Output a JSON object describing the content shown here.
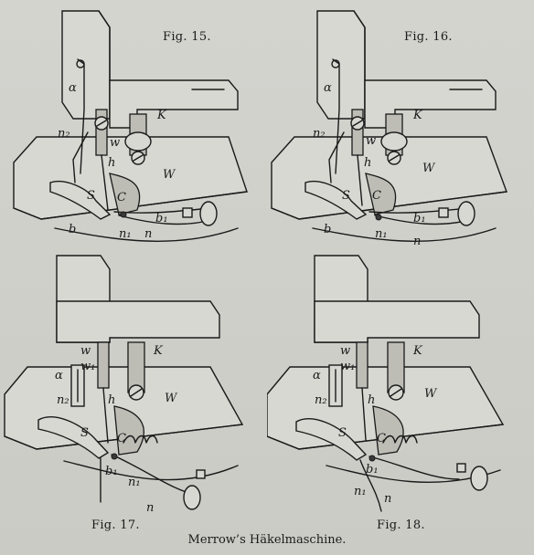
{
  "figures": [
    {
      "id": "fig15",
      "label": "Fig. 15.",
      "part_labels": {
        "alpha": "α",
        "n2": "n₂",
        "w": "w",
        "h": "h",
        "K": "K",
        "W": "W",
        "S": "S",
        "C": "C",
        "b": "b",
        "b1": "b₁",
        "n1": "n₁",
        "n": "n"
      }
    },
    {
      "id": "fig16",
      "label": "Fig. 16.",
      "part_labels": {
        "alpha": "α",
        "n2": "n₂",
        "w": "w",
        "h": "h",
        "K": "K",
        "W": "W",
        "S": "S",
        "C": "C",
        "b": "b",
        "b1": "b₁",
        "n1": "n₁",
        "n": "n"
      }
    },
    {
      "id": "fig17",
      "label": "Fig. 17.",
      "part_labels": {
        "w": "w",
        "w1": "w₁",
        "alpha": "α",
        "n2": "n₂",
        "h": "h",
        "K": "K",
        "W": "W",
        "S": "S",
        "C": "C",
        "b1": "b₁",
        "n1": "n₁",
        "n": "n"
      }
    },
    {
      "id": "fig18",
      "label": "Fig. 18.",
      "part_labels": {
        "w": "w",
        "w1": "w₁",
        "alpha": "α",
        "n2": "n₂",
        "h": "h",
        "K": "K",
        "W": "W",
        "S": "S",
        "C": "C",
        "b1": "b₁",
        "n1": "n₁",
        "n": "n"
      }
    }
  ],
  "caption": "Merrow’s Häkelmaschine."
}
